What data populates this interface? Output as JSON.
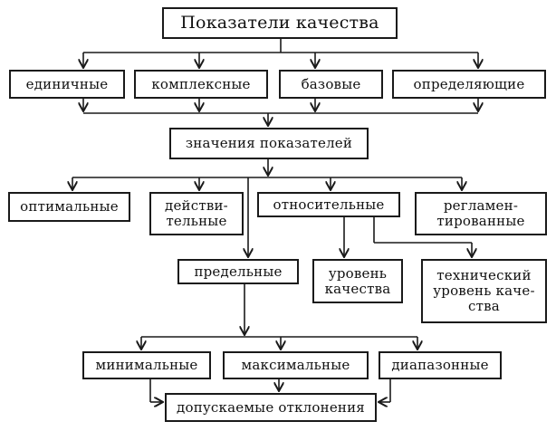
{
  "title": "Показатели качества",
  "row1": [
    "единичные",
    "комплексные",
    "базовые",
    "определяющие"
  ],
  "values_node": "значения показателей",
  "row2": [
    "оптимальные",
    "действи-\nтельные",
    "относительные",
    "регламен-\nтированные"
  ],
  "row3": [
    "предельные",
    "уровень\nкачества",
    "технический\nуровень каче-\nства"
  ],
  "row4": [
    "минимальные",
    "максимальные",
    "диапазонные"
  ],
  "bottom": "допускаемые отклонения"
}
